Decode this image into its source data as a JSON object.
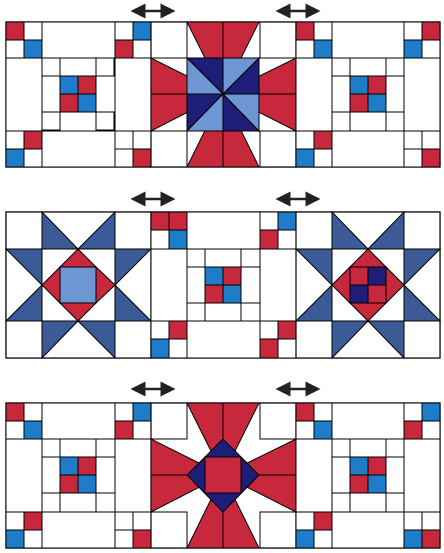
{
  "figure": {
    "description_text": "",
    "colors": {
      "red": "#c8283c",
      "blue": "#1e7cc8",
      "navy": "#1e1e78",
      "periwinkle": "#6e96d2",
      "slate": "#3c5a96",
      "outline": "#000000",
      "background": "#ffffff",
      "arrow": "#222222"
    },
    "rows": [
      {
        "name": "row-1",
        "arrows": 2,
        "blocks": [
          "nine-patch-chain",
          "lemoyne-star-pinwheel",
          "nine-patch-chain"
        ]
      },
      {
        "name": "row-2",
        "arrows": 2,
        "blocks": [
          "sawtooth-star",
          "nine-patch-chain",
          "sawtooth-star-checker"
        ]
      },
      {
        "name": "row-3",
        "arrows": 2,
        "blocks": [
          "nine-patch-chain",
          "star-square-in-square",
          "nine-patch-chain"
        ]
      }
    ]
  }
}
